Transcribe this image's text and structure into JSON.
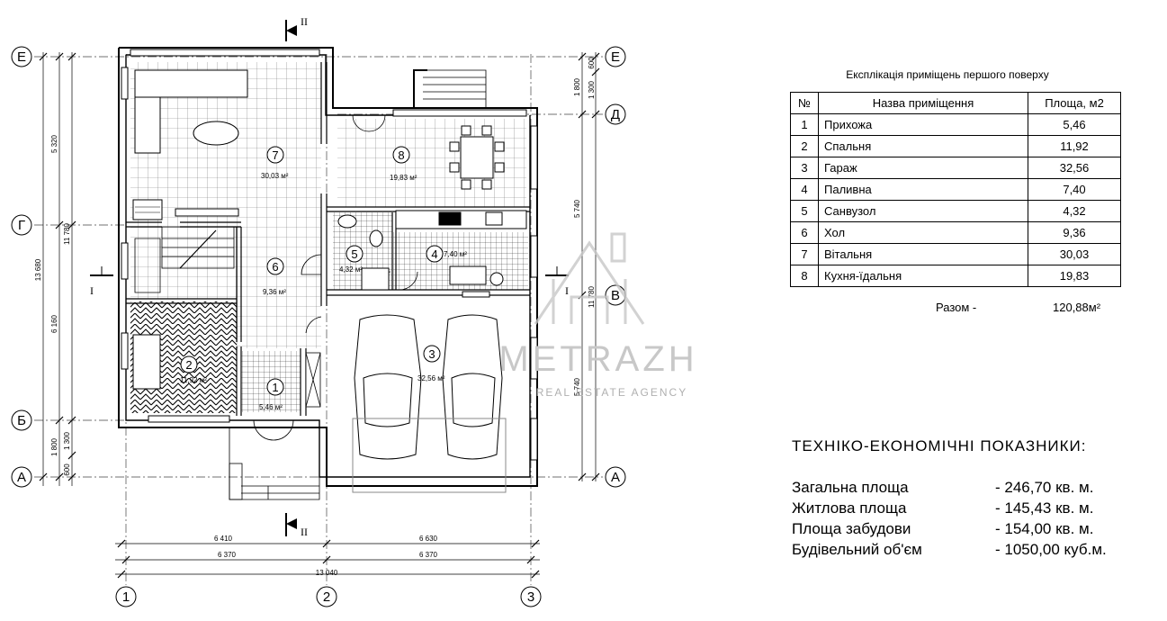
{
  "axes_letters": {
    "E": "Е",
    "D": "Д",
    "G": "Г",
    "B": "Б",
    "A": "А",
    "V": "В"
  },
  "axes_numbers": [
    "1",
    "2",
    "3"
  ],
  "section_labels": {
    "top": "II",
    "bottom": "II",
    "left": "I",
    "right": "I"
  },
  "dims_top": {
    "d1": "6 410",
    "d2": "6 630",
    "d3": "6 370",
    "d4": "6 370",
    "total": "13 040"
  },
  "dims_left": {
    "a": "5 320",
    "b": "11 780",
    "c": "13 680",
    "d": "6 160",
    "e": "1 800",
    "f": "1 300",
    "g": "600"
  },
  "dims_right": {
    "a": "600",
    "b": "1 300",
    "c": "1 800",
    "d": "5 740",
    "e": "11 780",
    "f": "5 740"
  },
  "rooms": [
    {
      "num": "1",
      "area": "5,46 м²"
    },
    {
      "num": "2",
      "area": "11,92 м²"
    },
    {
      "num": "3",
      "area": "32,56 м²"
    },
    {
      "num": "4",
      "area": "7,40 м²"
    },
    {
      "num": "5",
      "area": "4,32 м²"
    },
    {
      "num": "6",
      "area": "9,36 м²"
    },
    {
      "num": "7",
      "area": "30,03 м²"
    },
    {
      "num": "8",
      "area": "19,83 м²"
    }
  ],
  "explication": {
    "title": "Експлікація приміщень першого поверху",
    "headers": [
      "№",
      "Назва приміщення",
      "Площа, м2"
    ],
    "rows": [
      {
        "no": "1",
        "name": "Прихожа",
        "area": "5,46"
      },
      {
        "no": "2",
        "name": "Спальня",
        "area": "11,92"
      },
      {
        "no": "3",
        "name": "Гараж",
        "area": "32,56"
      },
      {
        "no": "4",
        "name": "Паливна",
        "area": "7,40"
      },
      {
        "no": "5",
        "name": "Санвузол",
        "area": "4,32"
      },
      {
        "no": "6",
        "name": "Хол",
        "area": "9,36"
      },
      {
        "no": "7",
        "name": "Вітальня",
        "area": "30,03"
      },
      {
        "no": "8",
        "name": "Кухня-їдальня",
        "area": "19,83"
      }
    ],
    "total_label": "Разом -",
    "total_value": "120,88м²"
  },
  "indicators": {
    "heading": "ТЕХНІКО-ЕКОНОМІЧНІ ПОКАЗНИКИ:",
    "rows": [
      {
        "name": "Загальна площа",
        "value": "- 246,70 кв. м."
      },
      {
        "name": "Житлова площа",
        "value": "- 145,43 кв. м."
      },
      {
        "name": "Площа забудови",
        "value": "- 154,00 кв. м."
      },
      {
        "name": "Будівельний об'єм",
        "value": "- 1050,00 куб.м."
      }
    ]
  },
  "watermark": {
    "brand": "METRAZH",
    "tagline": "REAL ESTATE AGENCY"
  }
}
